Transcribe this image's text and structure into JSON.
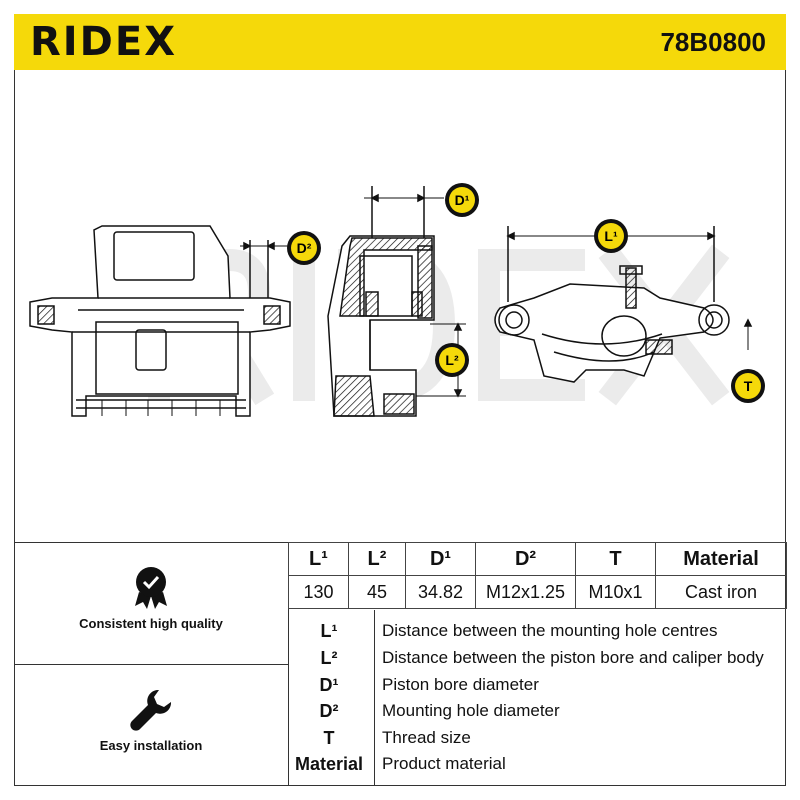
{
  "header": {
    "brand": "RIDEX",
    "part_number": "78B0800"
  },
  "drawing": {
    "labels": {
      "d1": "D¹",
      "d2": "D²",
      "l1": "L¹",
      "l2": "L²",
      "t": "T"
    },
    "colors": {
      "badge": "#f5d90a",
      "line": "#111111",
      "watermark": "#e6e6e6"
    }
  },
  "features": [
    {
      "icon": "checkmark-badge-icon",
      "label": "Consistent high quality"
    },
    {
      "icon": "wrench-icon",
      "label": "Easy installation"
    }
  ],
  "specs": {
    "headers": [
      "L¹",
      "L²",
      "D¹",
      "D²",
      "T",
      "Material"
    ],
    "values": [
      "130",
      "45",
      "34.82",
      "M12x1.25",
      "M10x1",
      "Cast iron"
    ]
  },
  "legend": [
    {
      "key": "L¹",
      "desc": "Distance between the mounting hole centres"
    },
    {
      "key": "L²",
      "desc": "Distance between the piston bore and caliper body"
    },
    {
      "key": "D¹",
      "desc": "Piston bore diameter"
    },
    {
      "key": "D²",
      "desc": "Mounting hole diameter"
    },
    {
      "key": "T",
      "desc": "Thread size"
    },
    {
      "key": "Material",
      "desc": "Product material"
    }
  ]
}
